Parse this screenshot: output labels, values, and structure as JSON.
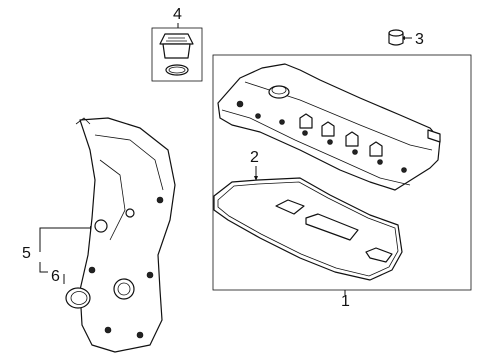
{
  "diagram": {
    "callouts": [
      {
        "id": "1",
        "text": "1"
      },
      {
        "id": "2",
        "text": "2"
      },
      {
        "id": "3",
        "text": "3"
      },
      {
        "id": "4",
        "text": "4"
      },
      {
        "id": "5",
        "text": "5"
      },
      {
        "id": "6",
        "text": "6"
      }
    ],
    "parts": {
      "1": "valve-cover",
      "2": "valve-cover-gasket",
      "3": "grommet",
      "4": "oil-filler-cap",
      "5": "timing-cover",
      "6": "crankshaft-seal"
    }
  }
}
